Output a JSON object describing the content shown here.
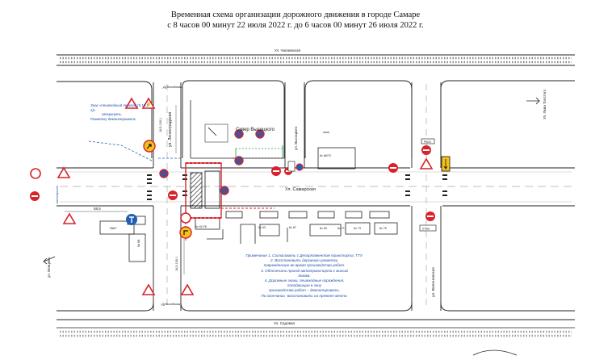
{
  "title": {
    "line1": "Временная схема организации дорожного движения в городе Самаре",
    "line2": "с 8 часов 00 минут 22 июля 2022 г. до 6 часов 00 минут 26 июля 2022 г."
  },
  "streets": {
    "top": "Ул. Чапаевская",
    "samarskaya": "Ул. Самарская",
    "bottom": "Ул. Садовая",
    "leningradskaya": "ул. Ленинградская",
    "vysotskogo": "ул. Высоцкого",
    "vilonovskaya": "ул. Вилоновская",
    "venceka": "ул. Венцека",
    "lev_tolstoy": "Ул. Льва Толстого"
  },
  "places": {
    "square": "Сквер Высоцкого",
    "bus_stop_left": "Автобусная",
    "bus_stop_top": "Дубъезднова",
    "bus_stop_bottom": "Дубъезднова"
  },
  "notes": {
    "left_note": [
      "Знак «пешеходный переход (5.19.1-2)»",
      "зачеркнуть.",
      "Разметку демонтировать"
    ],
    "main_note": [
      "Примечание  1. Согласовать с Департаментом транспорта, ТТУ.",
      "2. Восстановить дорожную разметку,",
      "поврежденную во время производства работ.",
      "3. Обеспечить проезд автотранспорта к жилым",
      "домам.",
      "4. Дорожные знаки, пешеходные ограждения,",
      "попадающие в зону",
      "производства работ – демонтировать.",
      "По окончании -восстановить на прежнее место."
    ]
  },
  "buildings": {
    "left_1": "№67",
    "left_2": "№ 68",
    "center_1": "№ 61/78",
    "center_2": "№ 63",
    "center_3": "№ 67",
    "center_4": "№ 69",
    "center_5": "№ 71",
    "center_6": "№ 73",
    "center_7": "№ 75",
    "right_top": "№ 66/70",
    "right_sign": "РВ23"
  },
  "measurements": {
    "left_distance": "58,5",
    "vertical_dim_1": "16,5-100,1",
    "vertical_dim_2": "16,5-100,1",
    "right_sign_plate": "275м"
  },
  "colors": {
    "sign_red": "#d8232a",
    "sign_yellow": "#f4c21b",
    "sign_blue": "#1f5fb5",
    "note_blue": "#1d4fa8",
    "work_zone": "#d8232a",
    "road_line": "#222222"
  }
}
